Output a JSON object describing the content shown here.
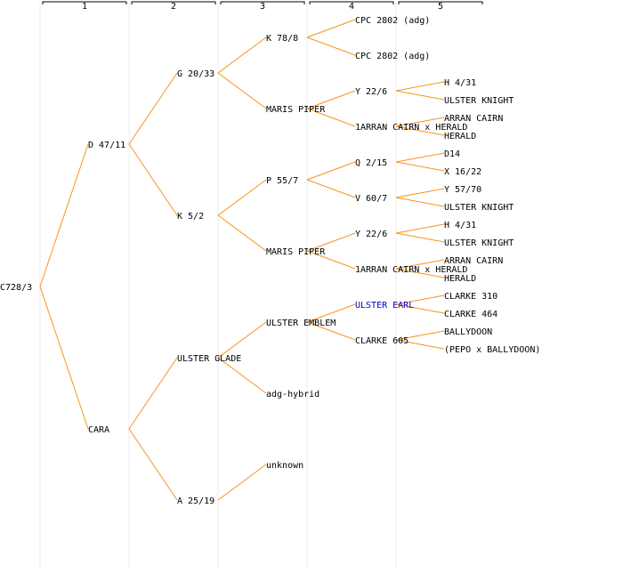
{
  "colors": {
    "line": "#f7941d",
    "grid": "#eeeeee",
    "text": "#000000",
    "highlight": "#0000cc",
    "header": "#000000"
  },
  "generation_labels": [
    "1",
    "2",
    "3",
    "4",
    "5"
  ],
  "nodes": [
    {
      "id": "root",
      "label": "C728/3",
      "gen": 1,
      "row": 16
    },
    {
      "id": "g2a",
      "label": "D 47/11",
      "gen": 2,
      "row": 8,
      "parent": "root"
    },
    {
      "id": "g2b",
      "label": "CARA",
      "gen": 2,
      "row": 24,
      "parent": "root"
    },
    {
      "id": "g3a",
      "label": "G 20/33",
      "gen": 3,
      "row": 4,
      "parent": "g2a"
    },
    {
      "id": "g3b",
      "label": "K 5/2",
      "gen": 3,
      "row": 12,
      "parent": "g2a"
    },
    {
      "id": "g3c",
      "label": "ULSTER GLADE",
      "gen": 3,
      "row": 20,
      "parent": "g2b"
    },
    {
      "id": "g3d",
      "label": "A 25/19",
      "gen": 3,
      "row": 28,
      "parent": "g2b"
    },
    {
      "id": "g4a",
      "label": "K 78/8",
      "gen": 4,
      "row": 2,
      "parent": "g3a"
    },
    {
      "id": "g4b",
      "label": "MARIS PIPER",
      "gen": 4,
      "row": 6,
      "parent": "g3a"
    },
    {
      "id": "g4c",
      "label": "P 55/7",
      "gen": 4,
      "row": 10,
      "parent": "g3b"
    },
    {
      "id": "g4d",
      "label": "MARIS PIPER",
      "gen": 4,
      "row": 14,
      "parent": "g3b"
    },
    {
      "id": "g4e",
      "label": "ULSTER EMBLEM",
      "gen": 4,
      "row": 18,
      "parent": "g3c"
    },
    {
      "id": "g4f",
      "label": "adg-hybrid",
      "gen": 4,
      "row": 22,
      "parent": "g3c"
    },
    {
      "id": "g4g",
      "label": "unknown",
      "gen": 4,
      "row": 26,
      "parent": "g3d"
    },
    {
      "id": "g5a",
      "label": "CPC 2802 (adg)",
      "gen": 5,
      "row": 1,
      "parent": "g4a"
    },
    {
      "id": "g5b",
      "label": "CPC 2802 (adg)",
      "gen": 5,
      "row": 3,
      "parent": "g4a"
    },
    {
      "id": "g5c",
      "label": "Y 22/6",
      "gen": 5,
      "row": 5,
      "parent": "g4b"
    },
    {
      "id": "g5d",
      "label": "1ARRAN CAIRN x HERALD",
      "gen": 5,
      "row": 7,
      "parent": "g4b"
    },
    {
      "id": "g5e",
      "label": "Q 2/15",
      "gen": 5,
      "row": 9,
      "parent": "g4c"
    },
    {
      "id": "g5f",
      "label": "V 60/7",
      "gen": 5,
      "row": 11,
      "parent": "g4c"
    },
    {
      "id": "g5g",
      "label": "Y 22/6",
      "gen": 5,
      "row": 13,
      "parent": "g4d"
    },
    {
      "id": "g5h",
      "label": "1ARRAN CAIRN x HERALD",
      "gen": 5,
      "row": 15,
      "parent": "g4d"
    },
    {
      "id": "g5i",
      "label": "ULSTER EARL",
      "gen": 5,
      "row": 17,
      "parent": "g4e",
      "highlight": true
    },
    {
      "id": "g5j",
      "label": "CLARKE 605",
      "gen": 5,
      "row": 19,
      "parent": "g4e"
    },
    {
      "id": "g6a",
      "label": "H 4/31",
      "gen": 6,
      "row": 4.5,
      "parent": "g5c"
    },
    {
      "id": "g6b",
      "label": "ULSTER KNIGHT",
      "gen": 6,
      "row": 5.5,
      "parent": "g5c"
    },
    {
      "id": "g6c",
      "label": "ARRAN CAIRN",
      "gen": 6,
      "row": 6.5,
      "parent": "g5d"
    },
    {
      "id": "g6d",
      "label": "HERALD",
      "gen": 6,
      "row": 7.5,
      "parent": "g5d"
    },
    {
      "id": "g6e",
      "label": "D14",
      "gen": 6,
      "row": 8.5,
      "parent": "g5e"
    },
    {
      "id": "g6f",
      "label": "X 16/22",
      "gen": 6,
      "row": 9.5,
      "parent": "g5e"
    },
    {
      "id": "g6g",
      "label": "Y 57/70",
      "gen": 6,
      "row": 10.5,
      "parent": "g5f"
    },
    {
      "id": "g6h",
      "label": "ULSTER KNIGHT",
      "gen": 6,
      "row": 11.5,
      "parent": "g5f"
    },
    {
      "id": "g6i",
      "label": "H 4/31",
      "gen": 6,
      "row": 12.5,
      "parent": "g5g"
    },
    {
      "id": "g6j",
      "label": "ULSTER KNIGHT",
      "gen": 6,
      "row": 13.5,
      "parent": "g5g"
    },
    {
      "id": "g6k",
      "label": "ARRAN CAIRN",
      "gen": 6,
      "row": 14.5,
      "parent": "g5h"
    },
    {
      "id": "g6l",
      "label": "HERALD",
      "gen": 6,
      "row": 15.5,
      "parent": "g5h"
    },
    {
      "id": "g6m",
      "label": "CLARKE 310",
      "gen": 6,
      "row": 16.5,
      "parent": "g5i"
    },
    {
      "id": "g6n",
      "label": "CLARKE 464",
      "gen": 6,
      "row": 17.5,
      "parent": "g5i"
    },
    {
      "id": "g6o",
      "label": "BALLYDOON",
      "gen": 6,
      "row": 18.5,
      "parent": "g5j"
    },
    {
      "id": "g6p",
      "label": "(PEPO x BALLYDOON)",
      "gen": 6,
      "row": 19.5,
      "parent": "g5j"
    }
  ]
}
